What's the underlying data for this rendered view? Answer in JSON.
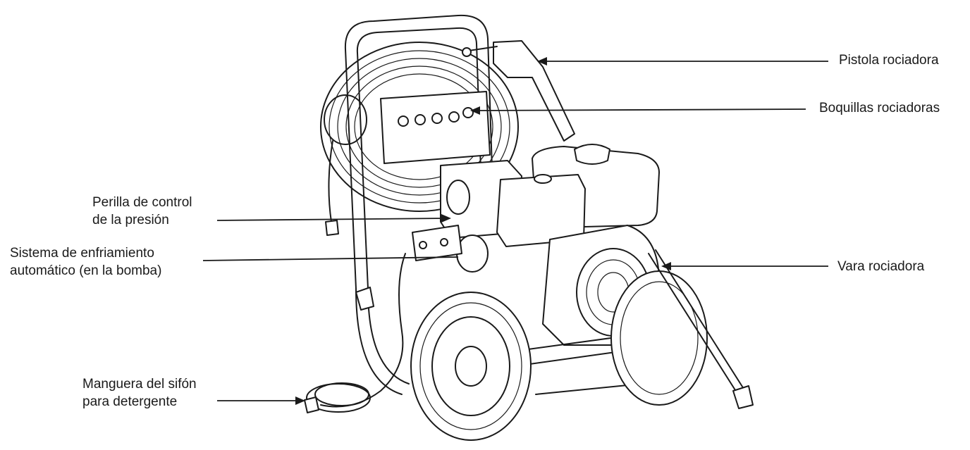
{
  "labels": {
    "spray_gun": "Pistola rociadora",
    "spray_nozzles": "Boquillas rociadoras",
    "pressure_knob": [
      "Perilla de control",
      "de la presión"
    ],
    "cooling_system": [
      "Sistema de enfriamiento",
      "automático (en la bomba)"
    ],
    "spray_wand": "Vara rociadora",
    "siphon_hose": [
      "Manguera del sifón",
      "para detergente"
    ]
  },
  "colors": {
    "ink": "#1a1a1a",
    "background": "#ffffff"
  }
}
